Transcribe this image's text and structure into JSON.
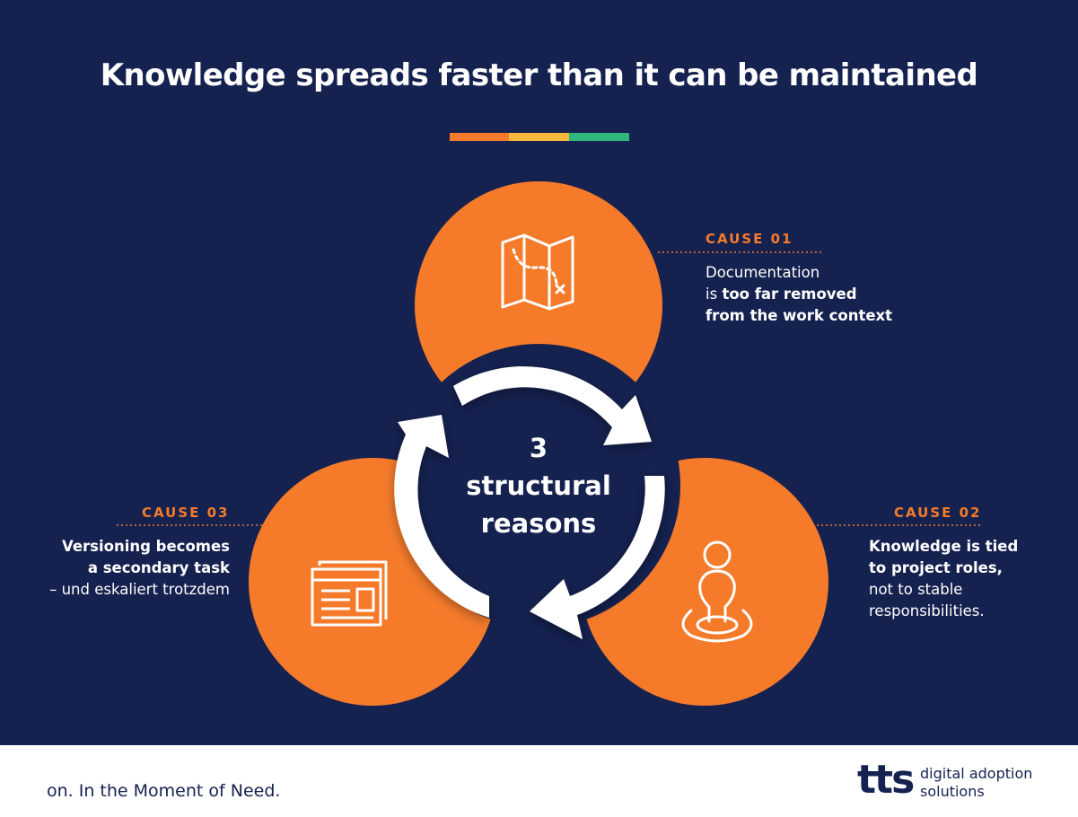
{
  "title": "Knowledge spreads faster than it can be maintained",
  "accent_colors": [
    "#f57b2b",
    "#f6b93b",
    "#2fb67d"
  ],
  "colors": {
    "background": "#15214f",
    "circle": "#f57b2b",
    "cause_label": "#f57b2b",
    "text": "#ffffff"
  },
  "center": {
    "line1": "3",
    "line2": "structural",
    "line3": "reasons"
  },
  "causes": [
    {
      "label": "CAUSE 01",
      "lines": [
        "Documentation",
        "is ",
        "too far removed",
        "from the work context"
      ],
      "icon": "map-icon"
    },
    {
      "label": "CAUSE 02",
      "lines": [
        "Knowledge is tied",
        "to project roles,",
        "not to stable",
        "responsibilities."
      ],
      "icon": "person-location-icon"
    },
    {
      "label": "CAUSE 03",
      "lines": [
        "Versioning becomes",
        "a secondary task",
        "– und eskaliert trotzdem"
      ],
      "icon": "document-stack-icon"
    }
  ],
  "footer": {
    "tagline": "on. In the Moment of Need.",
    "logo_mark": "tts",
    "logo_line1": "digital adoption",
    "logo_line2": "solutions"
  }
}
